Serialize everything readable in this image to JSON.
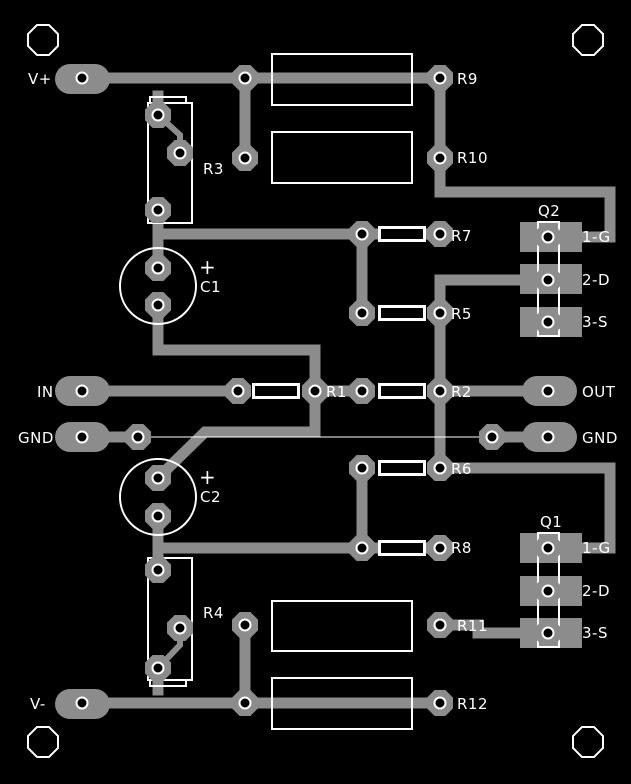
{
  "colors": {
    "background": "#000000",
    "trace": "#8c8c8c",
    "silkscreen": "#ffffff",
    "pad_hole": "#000000"
  },
  "labels": {
    "v_plus": "V+",
    "v_minus": "V-",
    "in": "IN",
    "out": "OUT",
    "gnd_left": "GND",
    "gnd_right": "GND",
    "r1": "R1",
    "r2": "R2",
    "r3": "R3",
    "r4": "R4",
    "r5": "R5",
    "r6": "R6",
    "r7": "R7",
    "r8": "R8",
    "r9": "R9",
    "r10": "R10",
    "r11": "R11",
    "r12": "R12",
    "c1": "C1",
    "c2": "C2",
    "c1_plus": "+",
    "c2_plus": "+",
    "q1": "Q1",
    "q2": "Q2",
    "q1_pin1": "1-G",
    "q1_pin2": "2-D",
    "q1_pin3": "3-S",
    "q2_pin1": "1-G",
    "q2_pin2": "2-D",
    "q2_pin3": "3-S"
  }
}
